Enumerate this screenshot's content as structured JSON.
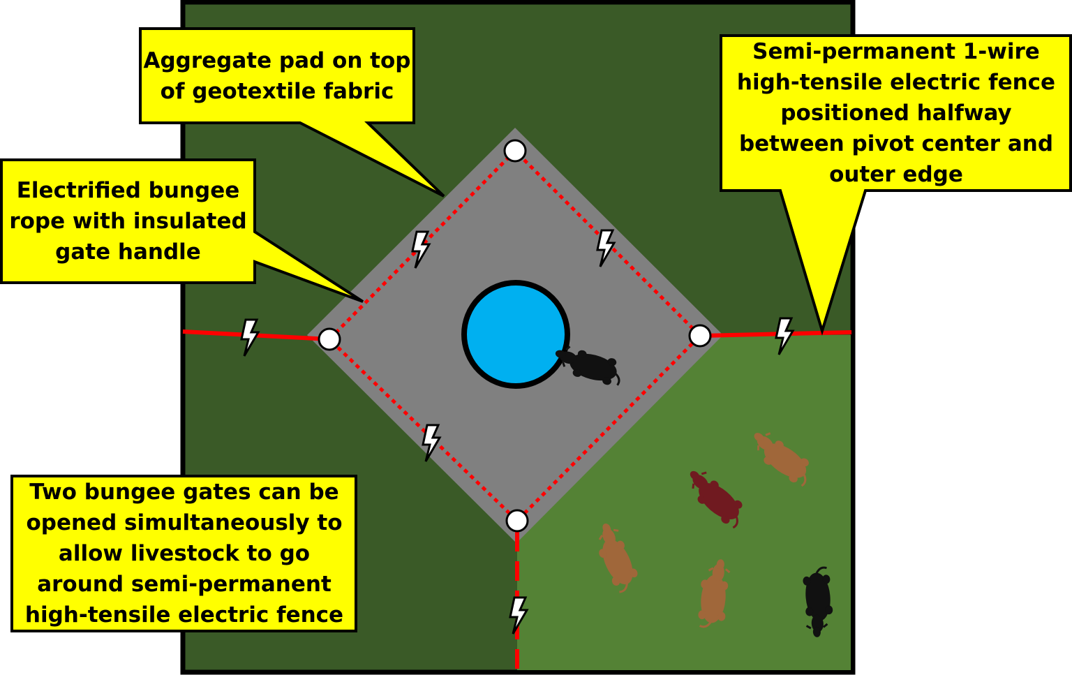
{
  "colors": {
    "pasture_dark": "#3a5a27",
    "pasture_light": "#548235",
    "pad_gray": "#808080",
    "water_blue": "#00b0f0",
    "fence_red": "#ff0000",
    "callout_yellow": "#ffff00"
  },
  "callouts": {
    "aggregate_pad": "Aggregate pad on top of geotextile fabric",
    "bungee_rope": "Electrified bungee rope with insulated gate handle",
    "semi_permanent_fence": "Semi-permanent 1-wire high-tensile electric fence positioned halfway between pivot center and outer edge",
    "two_gates": "Two bungee gates can be opened simultaneously to allow livestock to go around semi-permanent high-tensile electric fence"
  },
  "icons": [
    "lightning-bolt-icon",
    "insulator-icon",
    "cow-icon",
    "water-tank-icon"
  ]
}
